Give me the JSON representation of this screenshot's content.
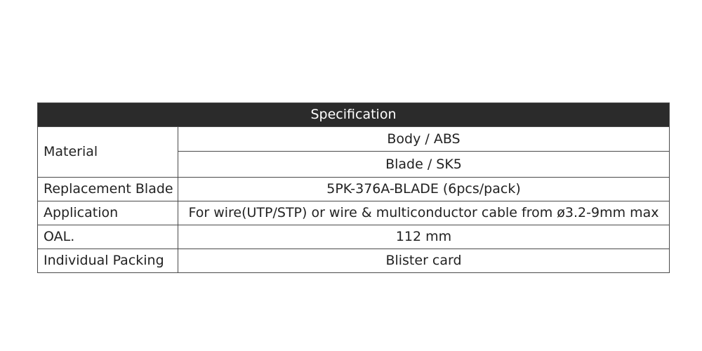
{
  "table": {
    "title": "Specification",
    "rows": [
      {
        "label": "Material",
        "values": [
          "Body / ABS",
          "Blade / SK5"
        ]
      },
      {
        "label": "Replacement Blade",
        "values": [
          "5PK-376A-BLADE (6pcs/pack)"
        ]
      },
      {
        "label": "Application",
        "values": [
          "For wire(UTP/STP) or wire & multiconductor cable from ø3.2-9mm max"
        ]
      },
      {
        "label": "OAL.",
        "values": [
          "112 mm"
        ]
      },
      {
        "label": "Individual Packing",
        "values": [
          "Blister card"
        ]
      }
    ]
  }
}
